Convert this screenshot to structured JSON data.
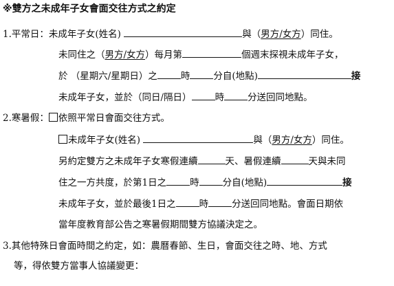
{
  "title": "※雙方之未成年子女會面交往方式之約定",
  "item1": {
    "label": "1.平常日：",
    "l1_a": "未成年子女(姓名)",
    "l1_b": "與（",
    "l1_c": "男方/女方",
    "l1_d": "）同住。",
    "l2_a": "未同住之（",
    "l2_b": "男方/女方",
    "l2_c": "）每月第",
    "l2_d": "個週末探視未成年子女，",
    "l3_a": "於 （星期六/星期日）之",
    "l3_b": "時",
    "l3_c": "分自(地點)",
    "l3_d": "接",
    "l4_a": "未成年子女，並於（同日/隔日）",
    "l4_b": "時",
    "l4_c": "分送回同地點。"
  },
  "item2": {
    "label": "2.寒暑假：",
    "opt1": "依照平常日會面交往方式。",
    "l2_a": "未成年子女(姓名)",
    "l2_b": "與（",
    "l2_c": "男方/女方",
    "l2_d": "）同住。",
    "l3_a": "另約定雙方之未成年子女寒假連續",
    "l3_b": "天、暑假連續",
    "l3_c": "天與未同",
    "l4_a": "住之一方共度，於第1日之",
    "l4_b": "時",
    "l4_c": "分自(地點)",
    "l4_d": "接",
    "l5_a": "未成年子女，並於最後1日之",
    "l5_b": "時",
    "l5_c": "分送回同地點。會面日期依",
    "l6": "當年度教育部公告之寒暑假期間雙方協議決定之。"
  },
  "item3": {
    "l1": "3.其他特殊日會面時間之約定，如：農曆春節、生日，會面交往之時、地、方式",
    "l2": "等，得依雙方當事人協議變更："
  }
}
